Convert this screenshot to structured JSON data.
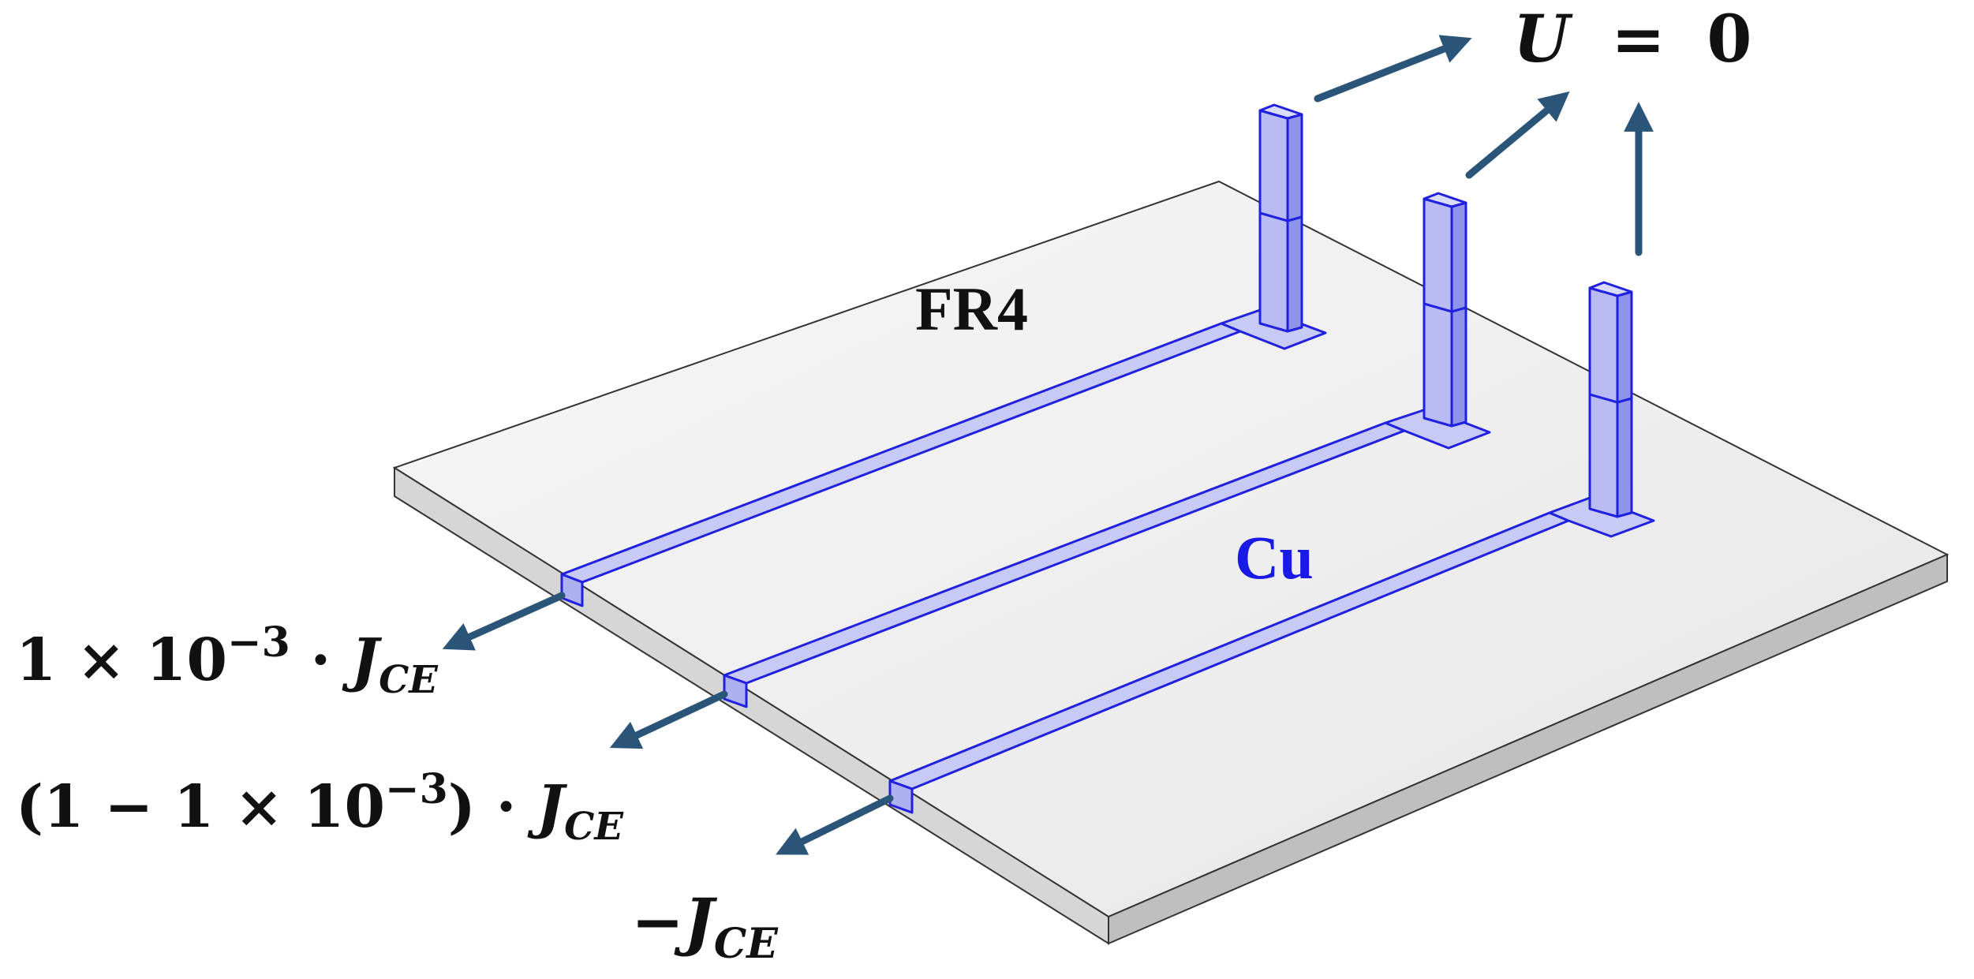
{
  "labels": {
    "substrate": "FR4",
    "conductor": "Cu",
    "ground": {
      "var": "U",
      "eq": "=",
      "val": "0"
    },
    "current1": {
      "prefix": "1 × 10",
      "exp": "−3",
      "mid": " · ",
      "var": "J",
      "sub": "CE"
    },
    "current2": {
      "open": "(",
      "a": "1 − 1 × 10",
      "exp": "−3",
      "close": ")",
      "mid": " · ",
      "var": "J",
      "sub": "CE"
    },
    "current3": {
      "sign": "−",
      "var": "J",
      "sub": "CE"
    }
  },
  "colors": {
    "arrow": "#2a5478",
    "copper_fill": "#c8caf6",
    "copper_edge": "#2020e0",
    "cu_label": "#1a1ae6",
    "board_top": "#f1f1f1",
    "board_edge": "#d8d8d8"
  }
}
